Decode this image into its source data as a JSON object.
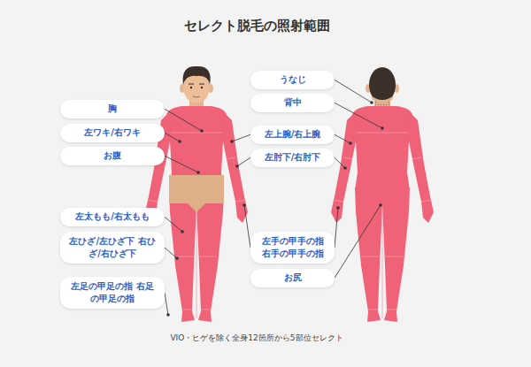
{
  "diagram": {
    "title": "セレクト脱毛の照射範囲",
    "caption": "VIO・ヒゲを除く全身12箇所から5部位セレクト",
    "nodes": [
      {
        "text": [
          "胸"
        ]
      },
      {
        "text": [
          "左ワキ/右ワキ"
        ]
      },
      {
        "text": [
          "お腹"
        ]
      },
      {
        "text": [
          "左太もも/右太もも"
        ]
      },
      {
        "text": [
          "左ひざ/左ひざ下 右ひざ/右ひざ下"
        ]
      },
      {
        "text": [
          "左足の甲足の指 右足の甲足の指"
        ]
      },
      {
        "text": [
          "うなじ"
        ]
      },
      {
        "text": [
          "背中"
        ]
      },
      {
        "text": [
          "左上腕/右上腕"
        ]
      },
      {
        "text": [
          "左肘下/右肘下"
        ]
      },
      {
        "text": [
          "左手の甲手の指 右手の甲手の指"
        ]
      },
      {
        "text": [
          "お尻"
        ]
      }
    ]
  }
}
